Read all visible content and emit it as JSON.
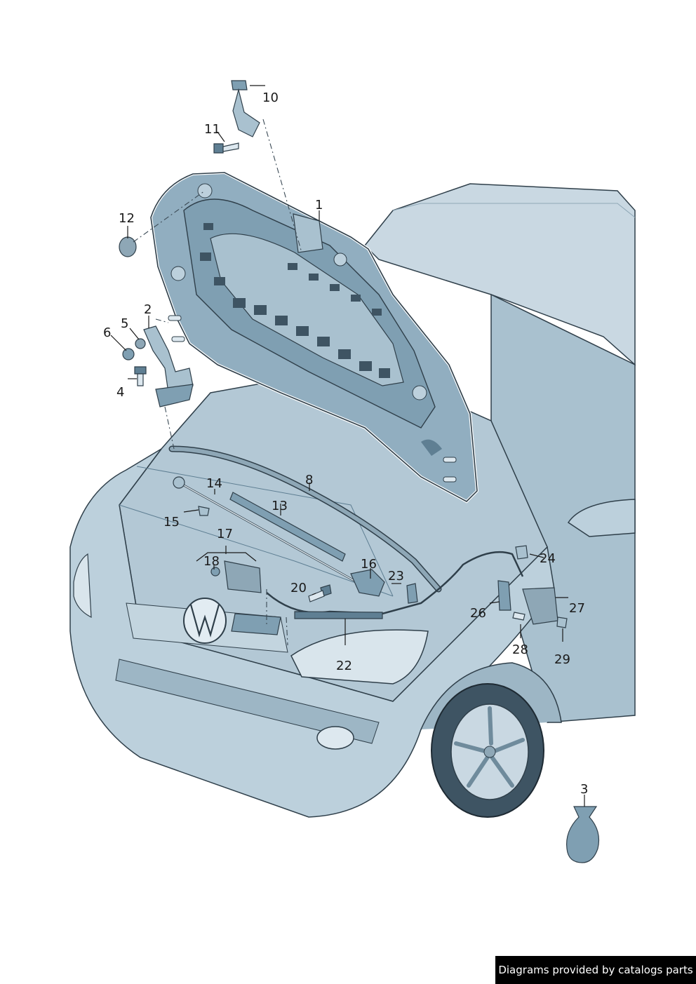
{
  "footer": {
    "credit": "Diagrams provided by catalogs parts"
  },
  "colors": {
    "body": "#bcd0dc",
    "body_dark": "#7f9fb2",
    "hood": "#91aec0",
    "hood_dark": "#5f7f93",
    "outline": "#2f3f4a",
    "window": "#c9d8e2"
  },
  "callouts": [
    "1",
    "2",
    "3",
    "4",
    "5",
    "6",
    "8",
    "10",
    "11",
    "12",
    "13",
    "14",
    "15",
    "16",
    "17",
    "18",
    "20",
    "22",
    "23",
    "24",
    "26",
    "27",
    "28",
    "29"
  ]
}
